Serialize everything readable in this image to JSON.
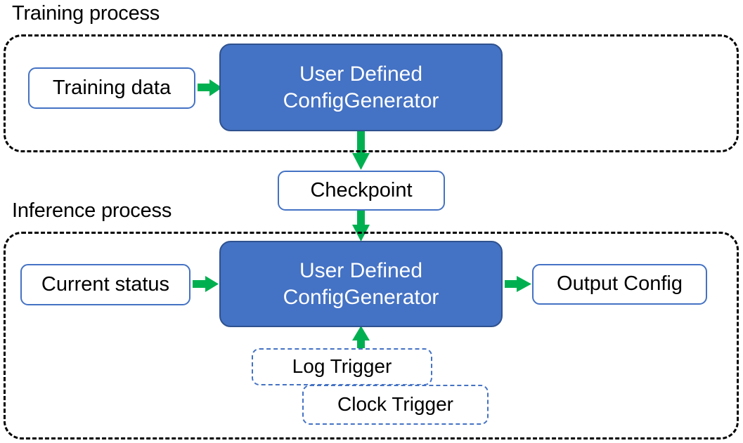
{
  "diagram": {
    "type": "flowchart",
    "sections": [
      {
        "id": "training",
        "title": "Training process"
      },
      {
        "id": "inference",
        "title": "Inference process"
      }
    ],
    "nodes": {
      "training_data": {
        "label": "Training data",
        "style": "outlined"
      },
      "train_generator": {
        "label_line1": "User Defined",
        "label_line2": "ConfigGenerator",
        "style": "filled"
      },
      "checkpoint": {
        "label": "Checkpoint",
        "style": "outlined"
      },
      "current_status": {
        "label": "Current status",
        "style": "outlined"
      },
      "infer_generator": {
        "label_line1": "User Defined",
        "label_line2": "ConfigGenerator",
        "style": "filled"
      },
      "output_config": {
        "label": "Output Config",
        "style": "outlined"
      },
      "log_trigger": {
        "label": "Log Trigger",
        "style": "dashed"
      },
      "clock_trigger": {
        "label": "Clock Trigger",
        "style": "dashed"
      }
    },
    "edges": [
      {
        "from": "training_data",
        "to": "train_generator",
        "direction": "right"
      },
      {
        "from": "train_generator",
        "to": "checkpoint",
        "direction": "down"
      },
      {
        "from": "checkpoint",
        "to": "infer_generator",
        "direction": "down"
      },
      {
        "from": "current_status",
        "to": "infer_generator",
        "direction": "right"
      },
      {
        "from": "infer_generator",
        "to": "output_config",
        "direction": "right"
      },
      {
        "from": "log_trigger",
        "to": "infer_generator",
        "direction": "up"
      }
    ],
    "colors": {
      "fill_blue": "#4472C4",
      "fill_blue_border": "#2F528F",
      "outline_blue": "#4472C4",
      "arrow_green": "#00B050",
      "container_dash": "#000000",
      "text_dark": "#000000",
      "text_light": "#FFFFFF",
      "background": "#FFFFFF"
    }
  }
}
